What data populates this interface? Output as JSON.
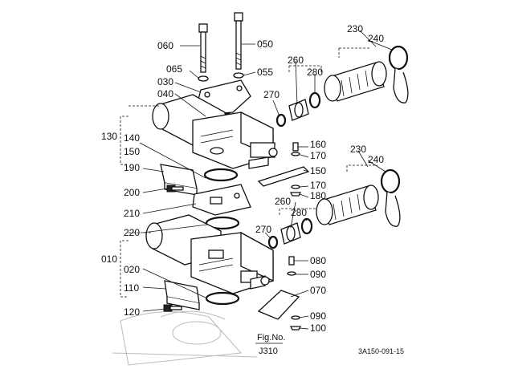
{
  "part_labels": {
    "p060": "060",
    "p050": "050",
    "p065": "065",
    "p055": "055",
    "p030": "030",
    "p040": "040",
    "p270a": "270",
    "p260a": "260",
    "p280a": "280",
    "p230a": "230",
    "p240a": "240",
    "p130": "130",
    "p140": "140",
    "p150a": "150",
    "p160": "160",
    "p170a": "170",
    "p150b": "150",
    "p190": "190",
    "p200": "200",
    "p170b": "170",
    "p180": "180",
    "p230b": "230",
    "p240b": "240",
    "p260b": "260",
    "p210": "210",
    "p280b": "280",
    "p220": "220",
    "p270b": "270",
    "p010": "010",
    "p080": "080",
    "p020": "020",
    "p090a": "090",
    "p110": "110",
    "p070": "070",
    "p120": "120",
    "p090b": "090",
    "p100": "100"
  },
  "figure_ref": {
    "line1": "Fig.No.",
    "line2": "J310"
  },
  "drawing_code": "3A150-091-15"
}
